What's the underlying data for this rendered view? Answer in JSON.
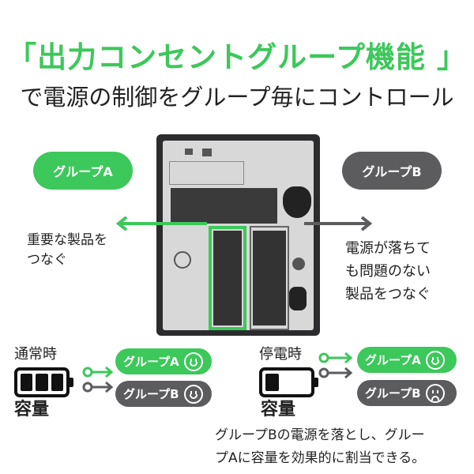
{
  "header": {
    "title": "「出力コンセントグループ機能 」",
    "subtitle": "で電源の制御をグループ毎にコントロール"
  },
  "groups": {
    "a_label": "グループA",
    "b_label": "グループB"
  },
  "descriptions": {
    "group_a": [
      "重要な製品を",
      "つなぐ"
    ],
    "group_b": [
      "電源が落ちて",
      "も問題のない",
      "製品をつなぐ"
    ]
  },
  "normal": {
    "label": "通常時",
    "capacity_label": "容量",
    "battery_level": 3,
    "group_a": "グループA",
    "group_b": "グループB",
    "face_a": "smile-icon",
    "face_b": "smile-icon"
  },
  "outage": {
    "label": "停電時",
    "capacity_label": "容量",
    "battery_level": 1,
    "group_a": "グループA",
    "group_b": "グループB",
    "face_a": "smile-icon",
    "face_b": "sad-icon"
  },
  "footer": [
    "グループBの電源を落とし、グルー",
    "プAに容量を効果的に割当できる。"
  ],
  "colors": {
    "green": "#3cc85a",
    "gray": "#5c5c5f"
  }
}
